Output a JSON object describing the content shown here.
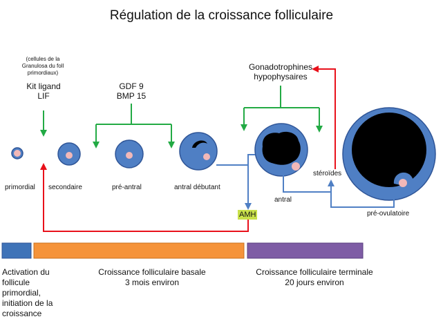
{
  "title": "Régulation de la croissance folliculaire",
  "annotations": {
    "cells_note": [
      "(cellules de la",
      "Granulosa du foll",
      "primordiaux)"
    ],
    "kit_ligand": "Kit ligand",
    "lif": "LIF",
    "gdf9": "GDF 9",
    "bmp15": "BMP 15",
    "gonado_1": "Gonadotrophines",
    "gonado_2": "hypophysaires",
    "steroides": "stéroïdes",
    "amh": "AMH"
  },
  "stages": {
    "primordial": "primordial",
    "secondaire": "secondaire",
    "pre_antral": "pré-antral",
    "antral_debutant": "antral débutant",
    "antral": "antral",
    "pre_ovulatoire": "pré-ovulatoire"
  },
  "phases": {
    "activation": [
      "Activation du",
      "follicule",
      "primordial,",
      "initiation de la",
      "croissance"
    ],
    "basale": [
      "Croissance folliculaire basale",
      "3 mois environ"
    ],
    "terminale": [
      "Croissance folliculaire terminale",
      "20 jours environ"
    ]
  },
  "colors": {
    "follicle_blue": "#4f7fc4",
    "follicle_stroke": "#2f5597",
    "oocyte_pink": "#f2b8b8",
    "arrow_green": "#22aa44",
    "arrow_red": "#e8101a",
    "arrow_blue": "#4f7fc4",
    "bar_activation": "#3f73b8",
    "bar_basale": "#f5933a",
    "bar_terminale": "#7e5ca5",
    "amh_bg": "#c8e04a"
  }
}
